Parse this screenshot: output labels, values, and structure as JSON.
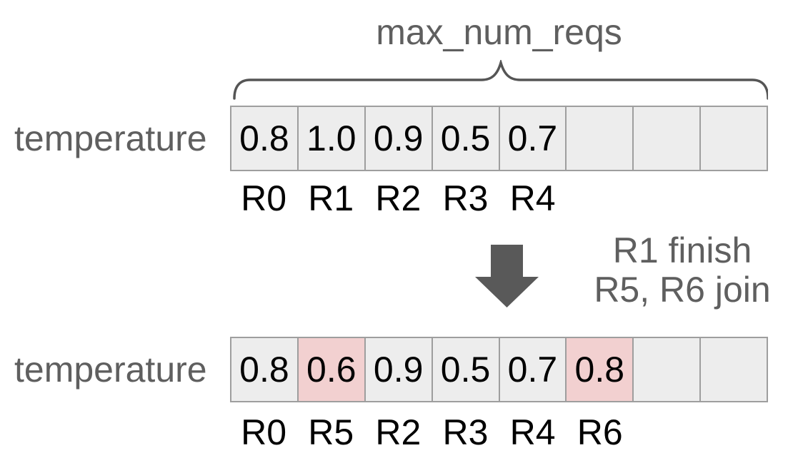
{
  "diagram": {
    "brace_label": "max_num_reqs",
    "row_label": "temperature",
    "arrow_note_line1": "R1 finish",
    "arrow_note_line2": "R5, R6 join",
    "before": {
      "values": [
        "0.8",
        "1.0",
        "0.9",
        "0.5",
        "0.7",
        "",
        "",
        ""
      ],
      "req_labels": [
        "R0",
        "R1",
        "R2",
        "R3",
        "R4",
        "",
        "",
        ""
      ]
    },
    "after": {
      "values": [
        "0.8",
        "0.6",
        "0.9",
        "0.5",
        "0.7",
        "0.8",
        "",
        ""
      ],
      "highlighted_indices": [
        1,
        5
      ],
      "req_labels": [
        "R0",
        "R5",
        "R2",
        "R3",
        "R4",
        "R6",
        "",
        ""
      ]
    },
    "colors": {
      "cell_bg": "#ededed",
      "cell_highlight_bg": "#f2d0d0",
      "cell_border": "#9e9e9e",
      "muted_text": "#5f5f5f",
      "value_text": "#000000",
      "arrow": "#595959"
    }
  }
}
